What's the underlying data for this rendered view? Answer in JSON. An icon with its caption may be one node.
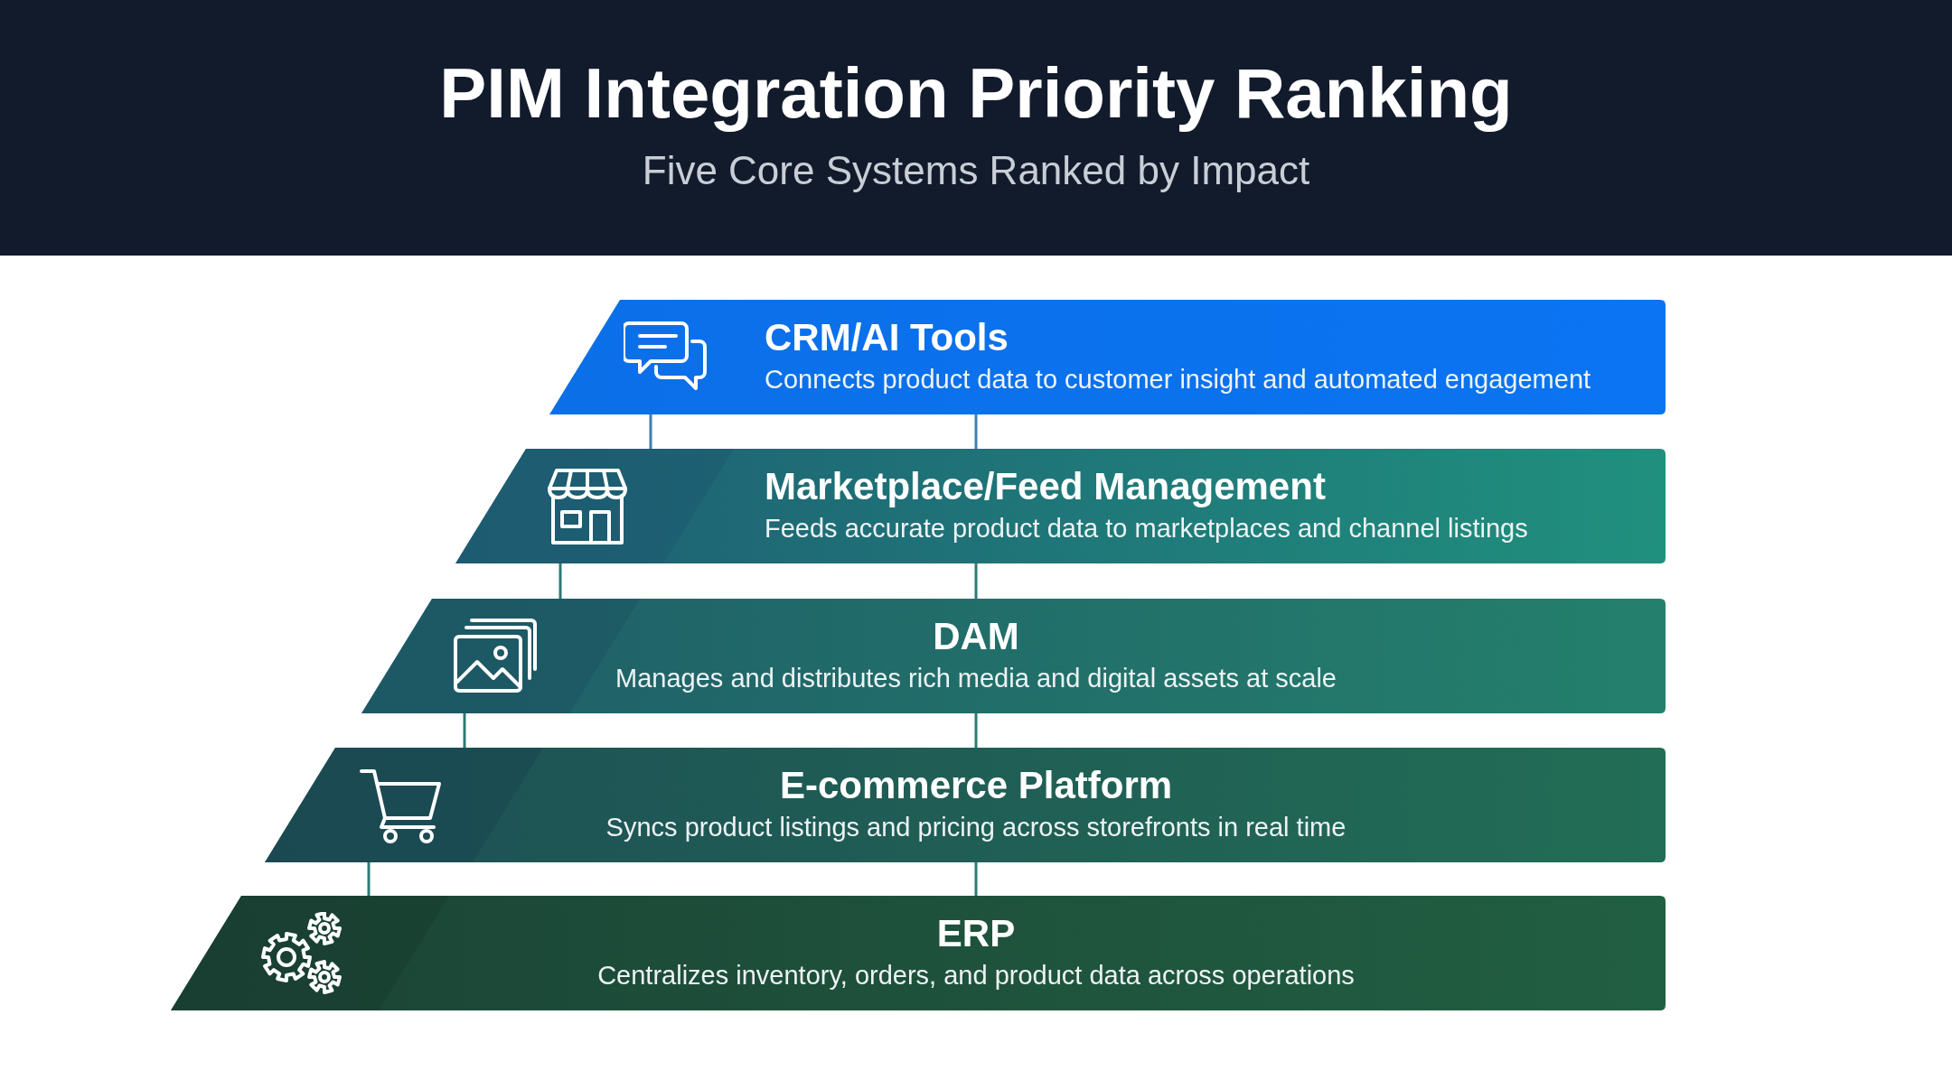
{
  "diagram": {
    "title": "PIM Integration Priority Ranking",
    "caption": "Five Core Systems Ranked by Impact",
    "nodes": [
      {
        "text": [
          "CRM/AI Tools",
          "Connects product data to customer insight and automated engagement"
        ]
      },
      {
        "text": [
          "Marketplace/Feed Management",
          "Feeds accurate product data to marketplaces and channel listings"
        ]
      },
      {
        "text": [
          "DAM",
          "Manages and distributes rich media and digital assets at scale"
        ]
      },
      {
        "text": [
          "E-commerce Platform",
          "Syncs product listings and pricing across storefronts in real time"
        ]
      },
      {
        "text": [
          "ERP",
          "Centralizes inventory, orders, and product data across operations"
        ]
      }
    ],
    "edges": [
      {
        "from": 0,
        "to": 1,
        "arrow": "none"
      },
      {
        "from": 0,
        "to": 1,
        "arrow": "none"
      },
      {
        "from": 1,
        "to": 2,
        "arrow": "none"
      },
      {
        "from": 1,
        "to": 2,
        "arrow": "none"
      },
      {
        "from": 2,
        "to": 3,
        "arrow": "none"
      },
      {
        "from": 2,
        "to": 3,
        "arrow": "none"
      },
      {
        "from": 3,
        "to": 4,
        "arrow": "none"
      },
      {
        "from": 3,
        "to": 4,
        "arrow": "none"
      }
    ]
  }
}
